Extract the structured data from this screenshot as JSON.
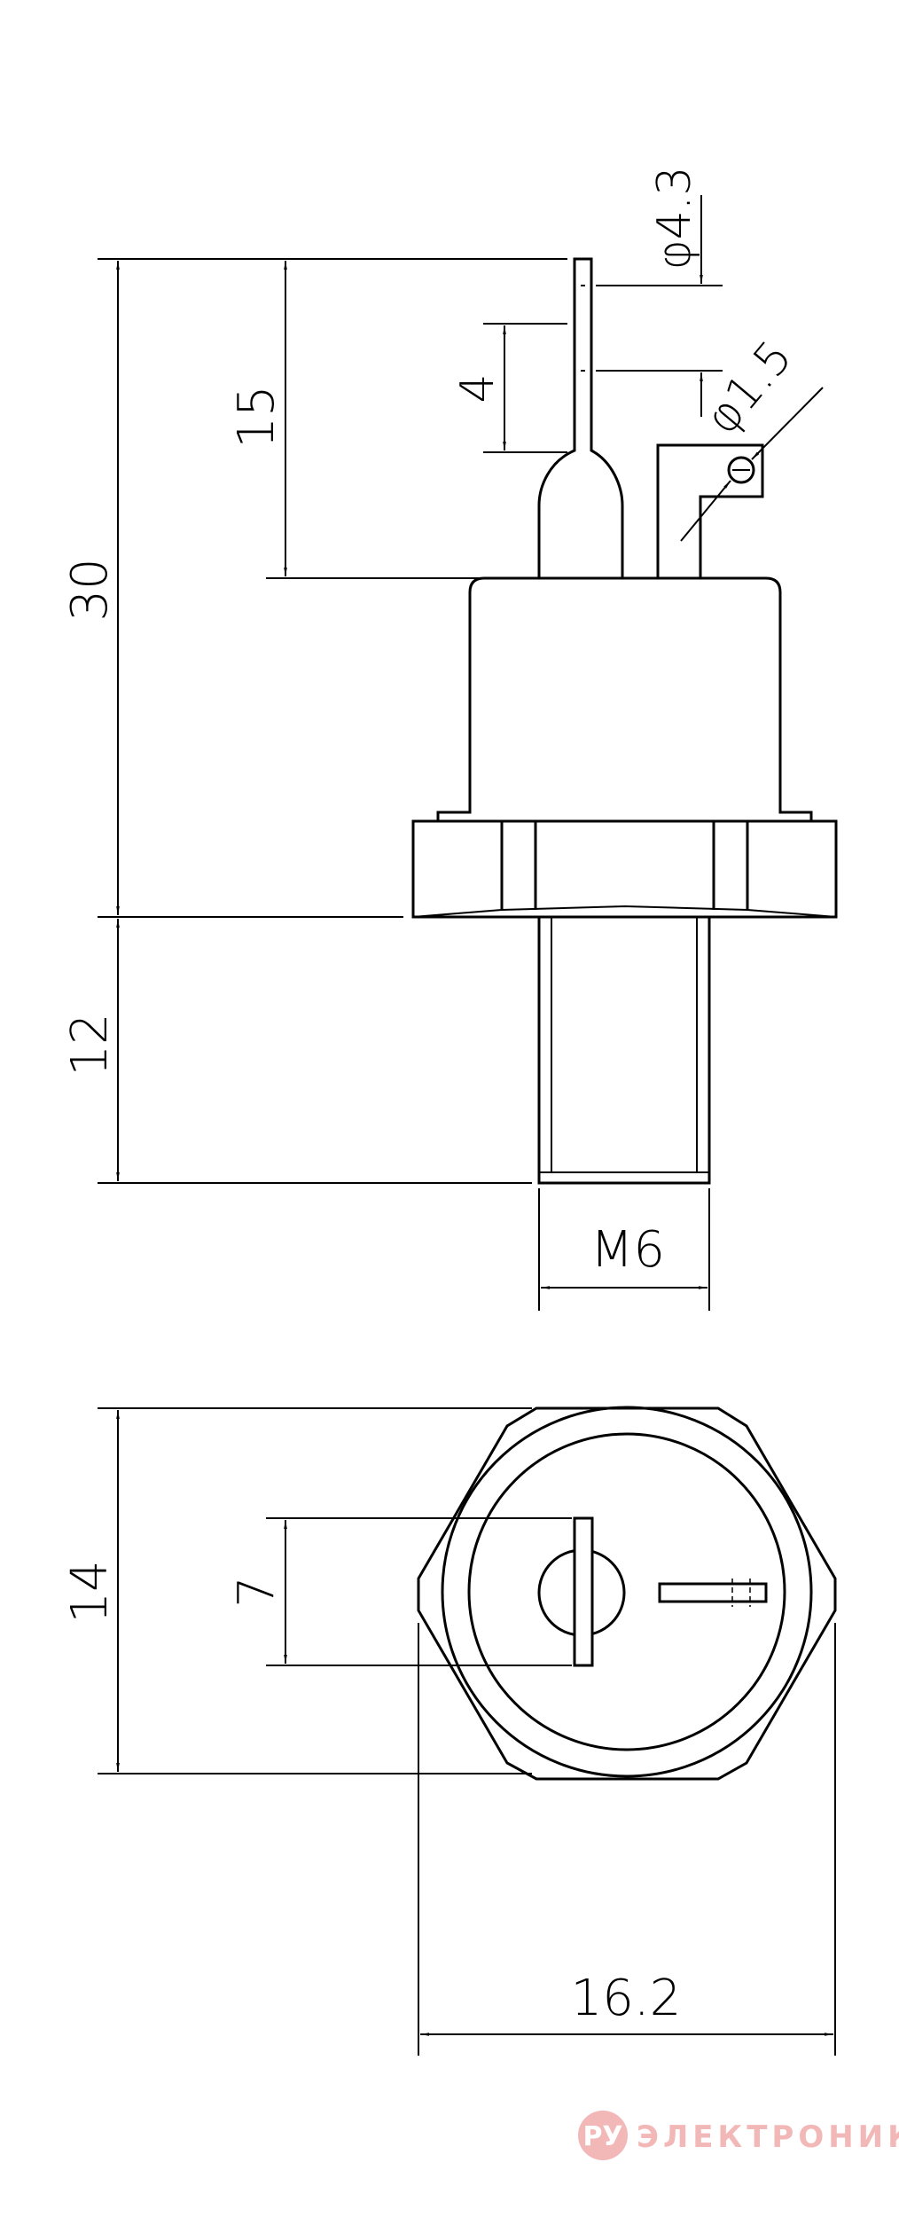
{
  "dimensions": {
    "overall_height": "30",
    "lead_length": "15",
    "lead_band": "4",
    "lead_diameter": "φ4.3",
    "hole_diameter": "φ1.5",
    "thread_length": "12",
    "thread": "M6",
    "body_height": "14",
    "pin_spacing": "7",
    "hex_width": "16.2"
  },
  "watermark": {
    "logo": "РУ",
    "text": "ЭЛЕКТРОНИКС"
  },
  "colors": {
    "line": "#000000",
    "watermark": "#f2b7b7"
  }
}
